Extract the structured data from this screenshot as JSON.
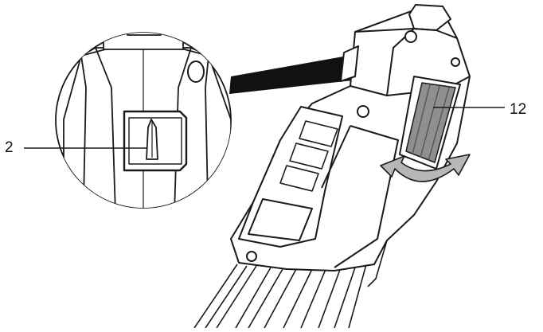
{
  "callouts": [
    {
      "id": "bit",
      "text": "2"
    },
    {
      "id": "selector",
      "text": "12"
    }
  ],
  "colors": {
    "stroke": "#1a1a1a",
    "bit_selector_fill": "#8f8f8f",
    "rotation_arrow_fill": "#b7b7b7",
    "zoom_beam": "#111111"
  },
  "icons": [
    "rotate-arrow-icon",
    "screwdriver-bit-icon"
  ]
}
